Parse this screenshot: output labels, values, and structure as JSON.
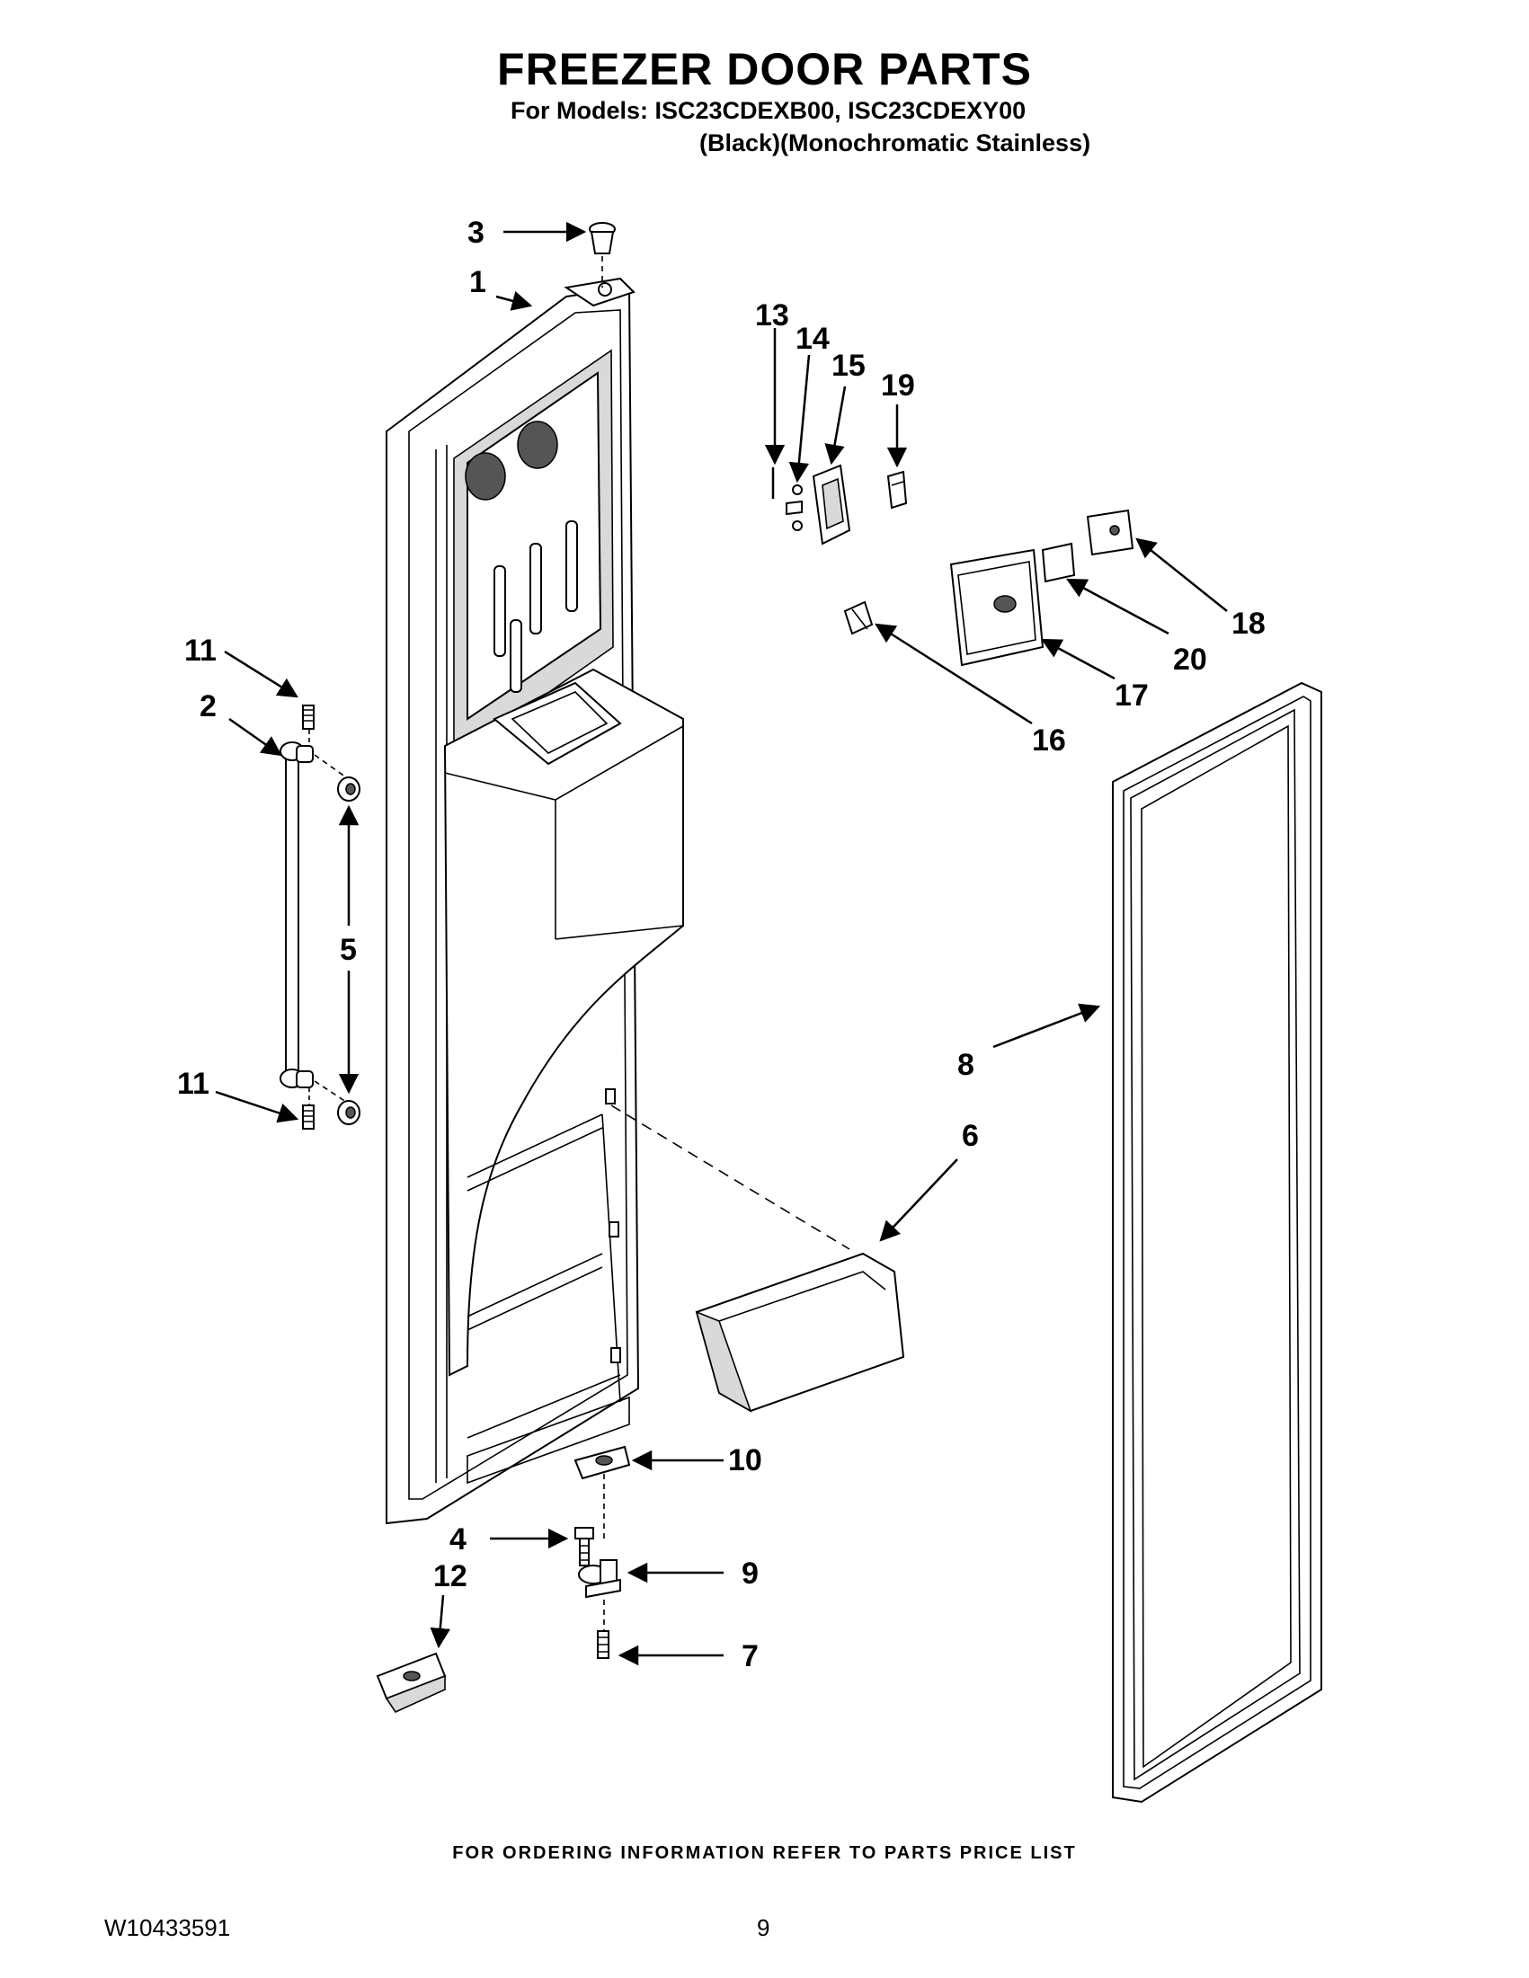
{
  "header": {
    "title": "FREEZER DOOR PARTS",
    "models_line": "For Models: ISC23CDEXB00, ISC23CDEXY00",
    "colors_line": "(Black)(Monochromatic Stainless)"
  },
  "callouts": {
    "c1": "1",
    "c2": "2",
    "c3": "3",
    "c4": "4",
    "c5": "5",
    "c6": "6",
    "c7": "7",
    "c8": "8",
    "c9": "9",
    "c10": "10",
    "c11a": "11",
    "c11b": "11",
    "c12": "12",
    "c13": "13",
    "c14": "14",
    "c15": "15",
    "c16": "16",
    "c17": "17",
    "c18": "18",
    "c19": "19",
    "c20": "20"
  },
  "footer": {
    "ordering_note": "FOR ORDERING INFORMATION REFER TO PARTS PRICE LIST",
    "document_number": "W10433591",
    "page_number": "9"
  }
}
